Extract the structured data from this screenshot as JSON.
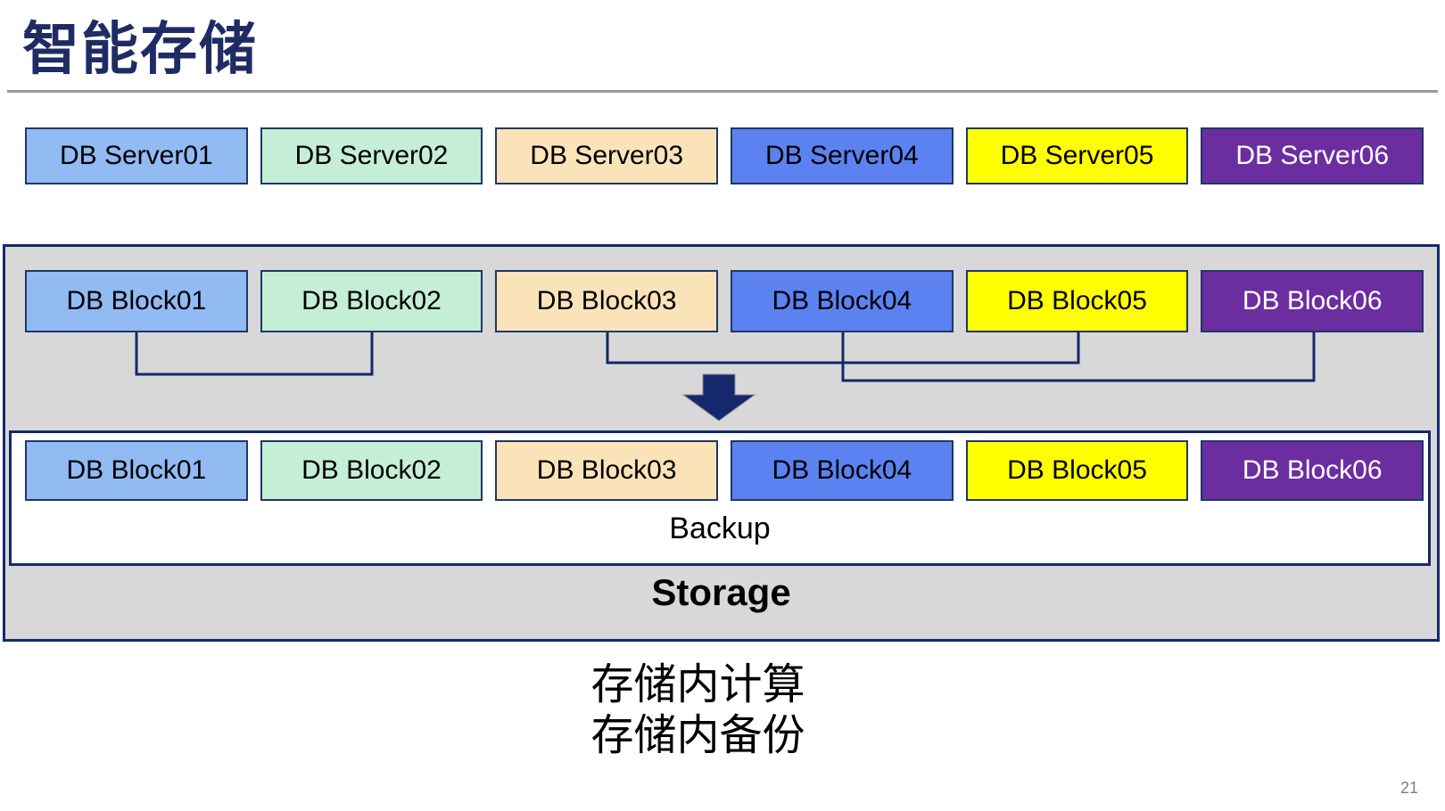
{
  "page": {
    "title": "智能存储",
    "page_number": "21"
  },
  "colors": {
    "title_navy": "#1F2C64",
    "border_navy": "#1F3864",
    "line_navy": "#15286B",
    "arrow_navy": "#15286B",
    "container_gray": "#D8D8D8",
    "rule_gray": "#999999",
    "fill_light_blue": "#92BAF3",
    "fill_mint_green": "#C5EED7",
    "fill_tan": "#FAE3B8",
    "fill_blue": "#5B82F0",
    "fill_yellow": "#FFFF00",
    "fill_purple": "#6C2DA0"
  },
  "servers": [
    {
      "label": "DB Server01",
      "fill": "#92BAF3"
    },
    {
      "label": "DB Server02",
      "fill": "#C5EED7"
    },
    {
      "label": "DB Server03",
      "fill": "#FAE3B8"
    },
    {
      "label": "DB Server04",
      "fill": "#5B82F0"
    },
    {
      "label": "DB Server05",
      "fill": "#FFFF00"
    },
    {
      "label": "DB Server06",
      "fill": "#6C2DA0"
    }
  ],
  "upper_blocks": [
    {
      "label": "DB Block01",
      "fill": "#92BAF3"
    },
    {
      "label": "DB Block02",
      "fill": "#C5EED7"
    },
    {
      "label": "DB Block03",
      "fill": "#FAE3B8"
    },
    {
      "label": "DB Block04",
      "fill": "#5B82F0"
    },
    {
      "label": "DB Block05",
      "fill": "#FFFF00"
    },
    {
      "label": "DB Block06",
      "fill": "#6C2DA0"
    }
  ],
  "lower_blocks": [
    {
      "label": "DB Block01",
      "fill": "#92BAF3"
    },
    {
      "label": "DB Block02",
      "fill": "#C5EED7"
    },
    {
      "label": "DB Block03",
      "fill": "#FAE3B8"
    },
    {
      "label": "DB Block04",
      "fill": "#5B82F0"
    },
    {
      "label": "DB Block05",
      "fill": "#FFFF00"
    },
    {
      "label": "DB Block06",
      "fill": "#6C2DA0"
    }
  ],
  "storage": {
    "backup_label": "Backup",
    "storage_label": "Storage"
  },
  "captions": {
    "line1": "存储内计算",
    "line2": "存储内备份"
  }
}
